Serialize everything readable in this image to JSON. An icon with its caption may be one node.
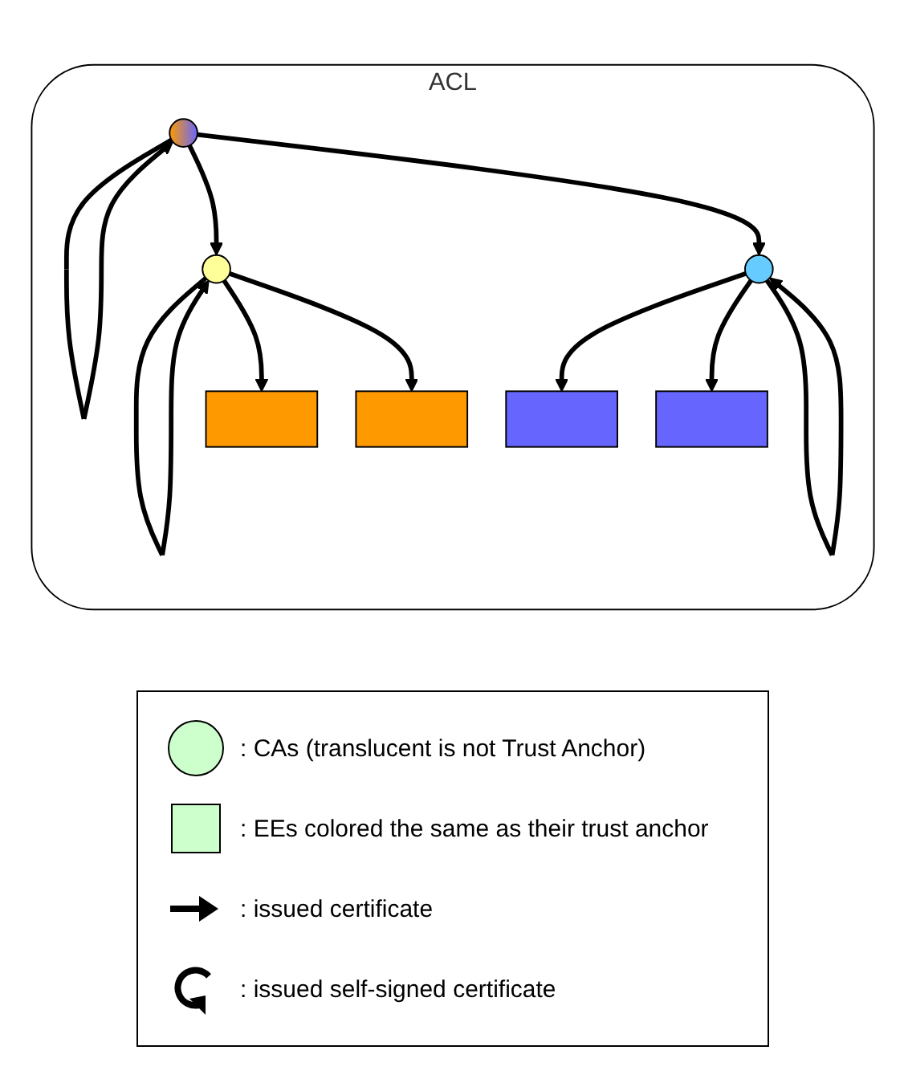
{
  "diagram": {
    "nodes": [
      {
        "text": [
          "ACL"
        ]
      },
      {
        "text": [],
        "shape": "circle",
        "in": 0
      },
      {
        "text": [],
        "shape": "circle",
        "in": 0
      },
      {
        "text": [],
        "shape": "circle",
        "in": 0
      },
      {
        "text": [],
        "shape": "box",
        "in": 0
      },
      {
        "text": [],
        "shape": "box",
        "in": 0
      },
      {
        "text": [],
        "shape": "box",
        "in": 0
      },
      {
        "text": [],
        "shape": "box",
        "in": 0
      }
    ],
    "edges": [
      {
        "from": 1,
        "to": 1,
        "arrow": "to"
      },
      {
        "from": 2,
        "to": 2,
        "arrow": "to"
      },
      {
        "from": 3,
        "to": 3,
        "arrow": "to"
      },
      {
        "from": 1,
        "to": 2,
        "arrow": "to"
      },
      {
        "from": 1,
        "to": 3,
        "arrow": "to"
      },
      {
        "from": 2,
        "to": 4,
        "arrow": "to"
      },
      {
        "from": 2,
        "to": 5,
        "arrow": "to"
      },
      {
        "from": 3,
        "to": 6,
        "arrow": "to"
      },
      {
        "from": 3,
        "to": 7,
        "arrow": "to"
      }
    ],
    "legend": [
      {
        "text": ": CAs (translucent is not Trust Anchor)"
      },
      {
        "text": ": EEs colored the same as their trust anchor"
      },
      {
        "text": ": issued certificate"
      },
      {
        "text": ": issued self-signed certificate"
      }
    ]
  }
}
